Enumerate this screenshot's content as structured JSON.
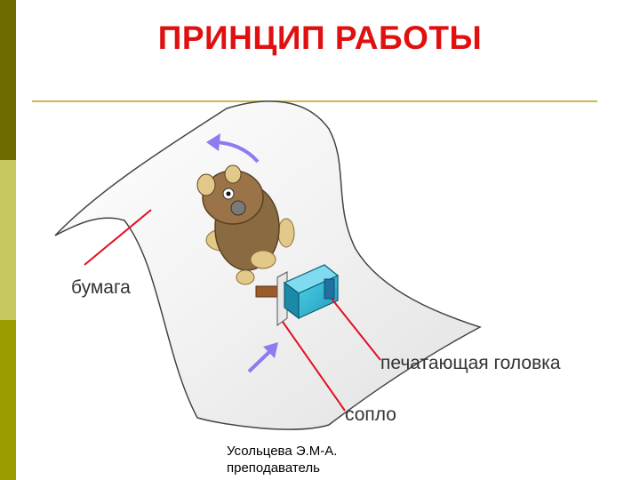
{
  "title": "ПРИНЦИП РАБОТЫ",
  "labels": {
    "paper": "бумага",
    "print_head": "печатающая головка",
    "nozzle": "сопло"
  },
  "author": {
    "name": "Усольцева Э.М-А.",
    "role": "преподаватель"
  },
  "colors": {
    "title": "#e01010",
    "rule": "#c8b850",
    "leader_lines": "#e01020",
    "arrows": "#8c7cf0",
    "print_head": "#22a9c8",
    "sidebar": [
      "#6b6b00",
      "#c8c860",
      "#9c9c00"
    ]
  }
}
